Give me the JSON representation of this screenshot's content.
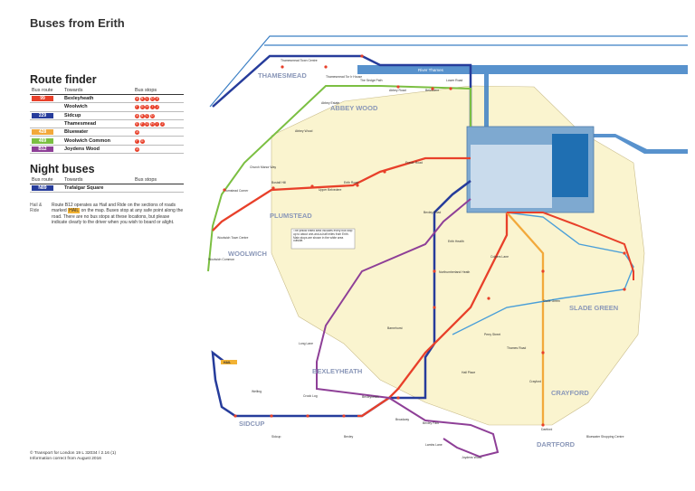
{
  "title": "Buses from Erith",
  "route_finder": {
    "heading": "Route finder",
    "headers": [
      "Bus route",
      "Towards",
      "Bus stops"
    ],
    "rows": [
      {
        "route": "99",
        "color": "#e8402a",
        "towards": "Bexleyheath",
        "stops": "ABCDE"
      },
      {
        "route": "",
        "color": "",
        "towards": "Woolwich",
        "stops": "FGHIJ"
      },
      {
        "route": "229",
        "color": "#263c9b",
        "towards": "Sidcup",
        "stops": "ABCD"
      },
      {
        "route": "",
        "color": "",
        "towards": "Thamesmead",
        "stops": "EFGHIJ"
      },
      {
        "route": "428",
        "color": "#f2a93b",
        "towards": "Bluewater",
        "stops": "A"
      },
      {
        "route": "469",
        "color": "#7bbf42",
        "towards": "Woolwich Common",
        "stops": "FG"
      },
      {
        "route": "B12",
        "color": "#8e3f97",
        "towards": "Joydens Wood",
        "stops": "A"
      }
    ]
  },
  "night_buses": {
    "heading": "Night buses",
    "headers": [
      "Bus route",
      "Towards",
      "Bus stops"
    ],
    "rows": [
      {
        "route": "N89",
        "color": "#263c9b",
        "towards": "Trafalgar Square",
        "stops": ""
      }
    ]
  },
  "hail_note": {
    "label": "Hail & Ride",
    "text": "Route B12 operates as Hail and Ride on the sections of roads marked",
    "highlight": "HAIL",
    "text2": "on the map. Buses stop at any safe point along the road. There are no bus stops at these locations, but please indicate clearly to the driver when you wish to board or alight."
  },
  "footer": {
    "line1": "© Transport for London 19 L 32034 / 2.16 (1)",
    "line2": "Information correct from August 2016"
  },
  "map": {
    "river_label": "River Thames",
    "areas": [
      "THAMESMEAD",
      "ABBEY WOOD",
      "PLUMSTEAD",
      "WOOLWICH",
      "BEXLEYHEATH",
      "SLADE GREEN",
      "CRAYFORD",
      "DARTFORD",
      "SIDCUP"
    ],
    "callout": "The yellow tinted area includes every bus stop up to about one-and-a-half miles from Erith. Main stops are shown in the white area outside.",
    "stops": [
      "Thamesmead Town Centre",
      "Thamesmead Tor Ir House",
      "The Sedge Path",
      "Abbey Road",
      "Belvedere",
      "Lower Road",
      "Abbey Estate",
      "Abbey Wood",
      "Church Manor Way",
      "Plumstead Corner",
      "Woolwich Town Centre",
      "Woolwich Common",
      "Bostall Hill",
      "Upper Belvedere",
      "Erith Road",
      "Fraser Road",
      "Bexley Road",
      "Erith Health",
      "Northumberland Heath",
      "Colyers Lane",
      "Barnehurst",
      "Long Lane",
      "Crook Log",
      "Welling",
      "Bexleyheath",
      "Broadway",
      "Sidcup",
      "Bexley",
      "Crayford",
      "Dartford",
      "Slade Green",
      "Thames Road",
      "Perry Street",
      "Hall Place",
      "Bluewater Shopping Centre"
    ],
    "hail_map_label": "HAIL",
    "b12_labels": [
      "Joydens Wood",
      "Bexley Park",
      "Lambs Lane"
    ]
  },
  "route_colors": {
    "r99": "#e8402a",
    "r229": "#263c9b",
    "r428": "#f2a93b",
    "r469": "#7bbf42",
    "rB12": "#8e3f97",
    "rN89": "#263c9b",
    "river": "#3b7fc4",
    "zone": "#faf4cf"
  }
}
